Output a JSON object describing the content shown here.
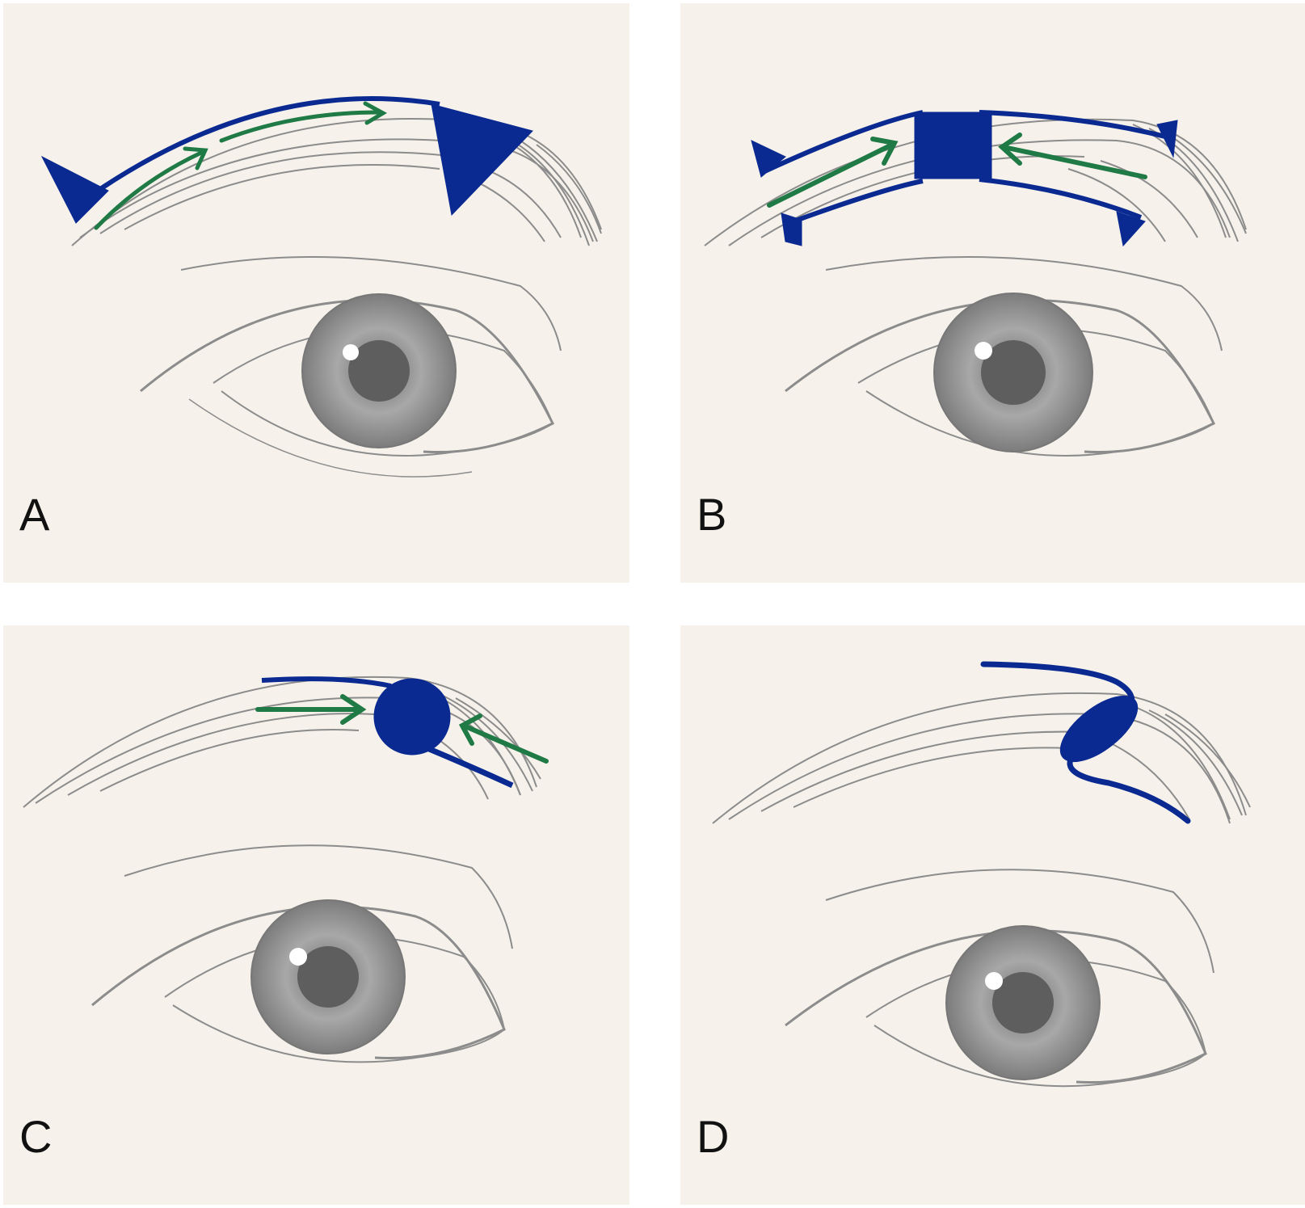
{
  "panels": [
    {
      "id": "A",
      "label": "A"
    },
    {
      "id": "B",
      "label": "B"
    },
    {
      "id": "C",
      "label": "C"
    },
    {
      "id": "D",
      "label": "D"
    }
  ],
  "colors": {
    "background": "#f6f2eb",
    "sketch": "#8c8c8c",
    "iris": "#9a9a9a",
    "pupil": "#5e5e5e",
    "marking_blue": "#0a2a91",
    "arrow_green": "#1f7a45",
    "label": "#111111"
  }
}
